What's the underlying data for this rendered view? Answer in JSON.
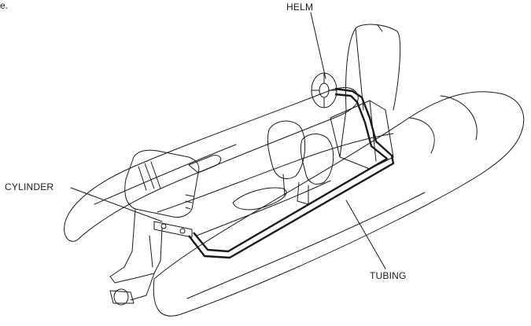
{
  "corner_mark": "e.",
  "labels": {
    "helm": "HELM",
    "cylinder": "CYLINDER",
    "tubing": "TUBING"
  },
  "colors": {
    "line": "#1a1a1a",
    "tubing": "#1a1a1a",
    "background": "#ffffff"
  }
}
